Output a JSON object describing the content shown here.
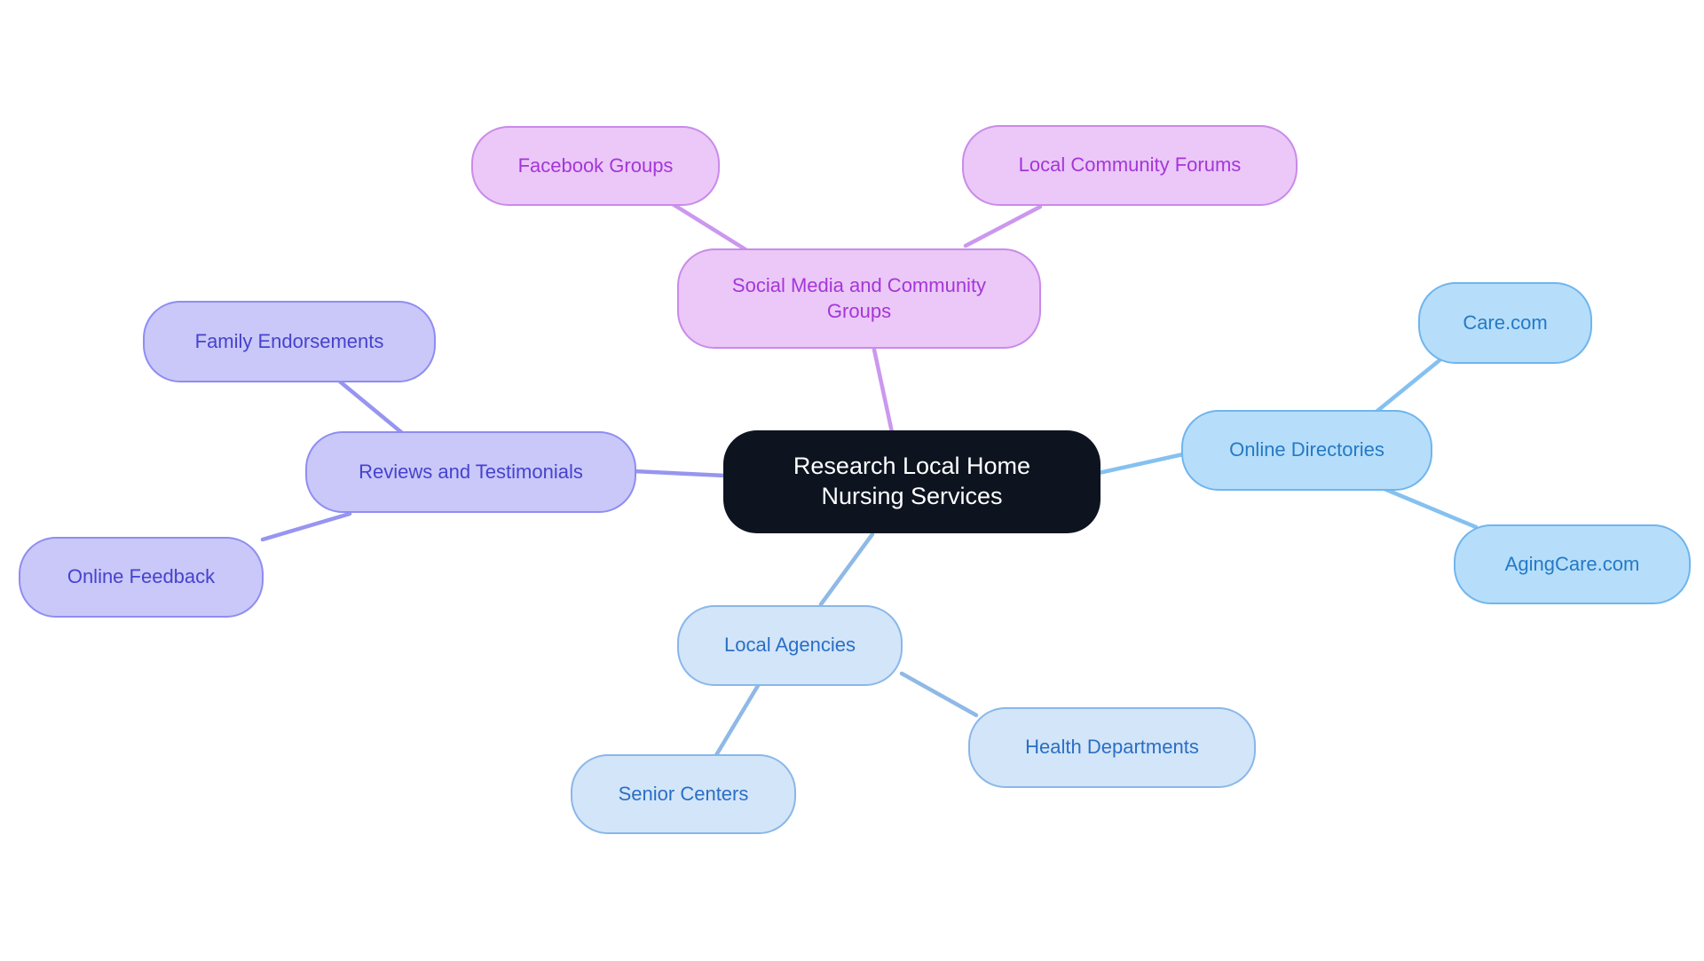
{
  "diagram": {
    "type": "mindmap",
    "background": "#ffffff"
  },
  "center": {
    "label": "Research Local Home Nursing Services",
    "bg": "#0d1420",
    "text_color": "#ffffff"
  },
  "branches": {
    "social": {
      "label": "Social Media and Community Groups",
      "fill": "#ebc8f7",
      "border": "#c98bea",
      "text_color": "#a436d9",
      "line_color": "#cb97ef",
      "children": {
        "facebook": {
          "label": "Facebook Groups"
        },
        "forums": {
          "label": "Local Community Forums"
        }
      }
    },
    "directories": {
      "label": "Online Directories",
      "fill": "#b6defa",
      "border": "#6fb5ee",
      "text_color": "#2579c5",
      "line_color": "#84c1f0",
      "children": {
        "care": {
          "label": "Care.com"
        },
        "aging": {
          "label": "AgingCare.com"
        }
      }
    },
    "reviews": {
      "label": "Reviews and Testimonials",
      "fill": "#c9c8f8",
      "border": "#8f8df2",
      "text_color": "#4642cf",
      "line_color": "#9795f0",
      "children": {
        "family": {
          "label": "Family Endorsements"
        },
        "feedback": {
          "label": "Online Feedback"
        }
      }
    },
    "agencies": {
      "label": "Local Agencies",
      "fill": "#d3e5f9",
      "border": "#8ab7e8",
      "text_color": "#2a6fc4",
      "line_color": "#8fb9e6",
      "children": {
        "senior": {
          "label": "Senior Centers"
        },
        "health": {
          "label": "Health Departments"
        }
      }
    }
  }
}
